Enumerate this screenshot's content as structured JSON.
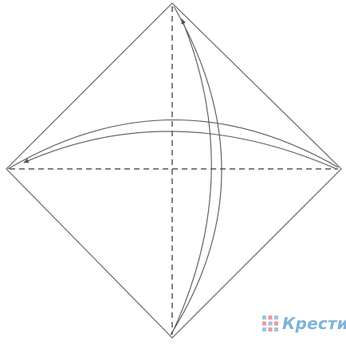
{
  "diagram": {
    "type": "origami-fold-instructions",
    "shape": "square-on-point",
    "fold_lines": [
      "vertical-diagonal",
      "horizontal-diagonal"
    ],
    "fold_line_style": "dashed",
    "arrows": [
      {
        "from": "right-corner",
        "to": "left-corner",
        "style": "fold-and-unfold"
      },
      {
        "from": "bottom-corner",
        "to": "top-corner",
        "style": "fold-and-unfold"
      }
    ],
    "colors": {
      "line": "#555555",
      "background": "#ffffff",
      "watermark": "#7fb3d8"
    }
  },
  "watermark": {
    "text": "Крестик"
  }
}
